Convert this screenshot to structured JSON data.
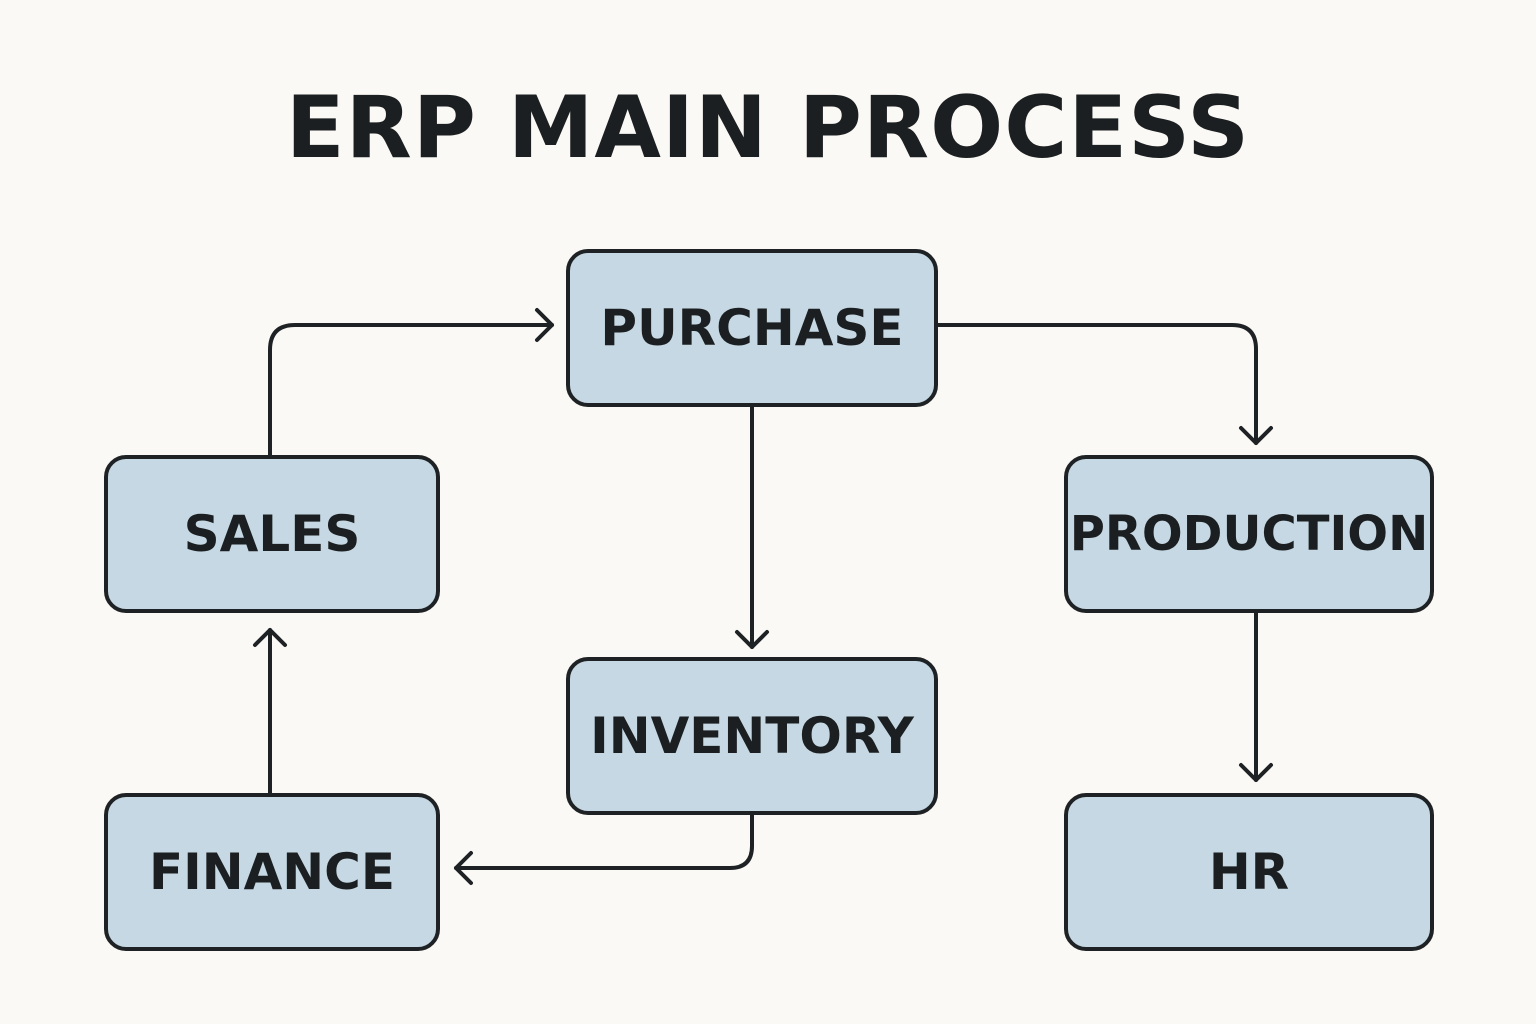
{
  "title": "ERP MAIN PROCESS",
  "colors": {
    "background": "#faf9f5",
    "node_fill": "#c5d8e3",
    "node_border": "#1e2224",
    "text": "#1c1f21",
    "edge": "#1e2224"
  },
  "nodes": {
    "purchase": "PURCHASE",
    "sales": "SALES",
    "production": "PRODUCTION",
    "inventory": "INVENTORY",
    "finance": "FINANCE",
    "hr": "HR"
  },
  "edges": [
    {
      "from": "sales",
      "to": "purchase"
    },
    {
      "from": "purchase",
      "to": "production"
    },
    {
      "from": "purchase",
      "to": "inventory"
    },
    {
      "from": "inventory",
      "to": "finance"
    },
    {
      "from": "finance",
      "to": "sales"
    },
    {
      "from": "production",
      "to": "hr"
    }
  ]
}
